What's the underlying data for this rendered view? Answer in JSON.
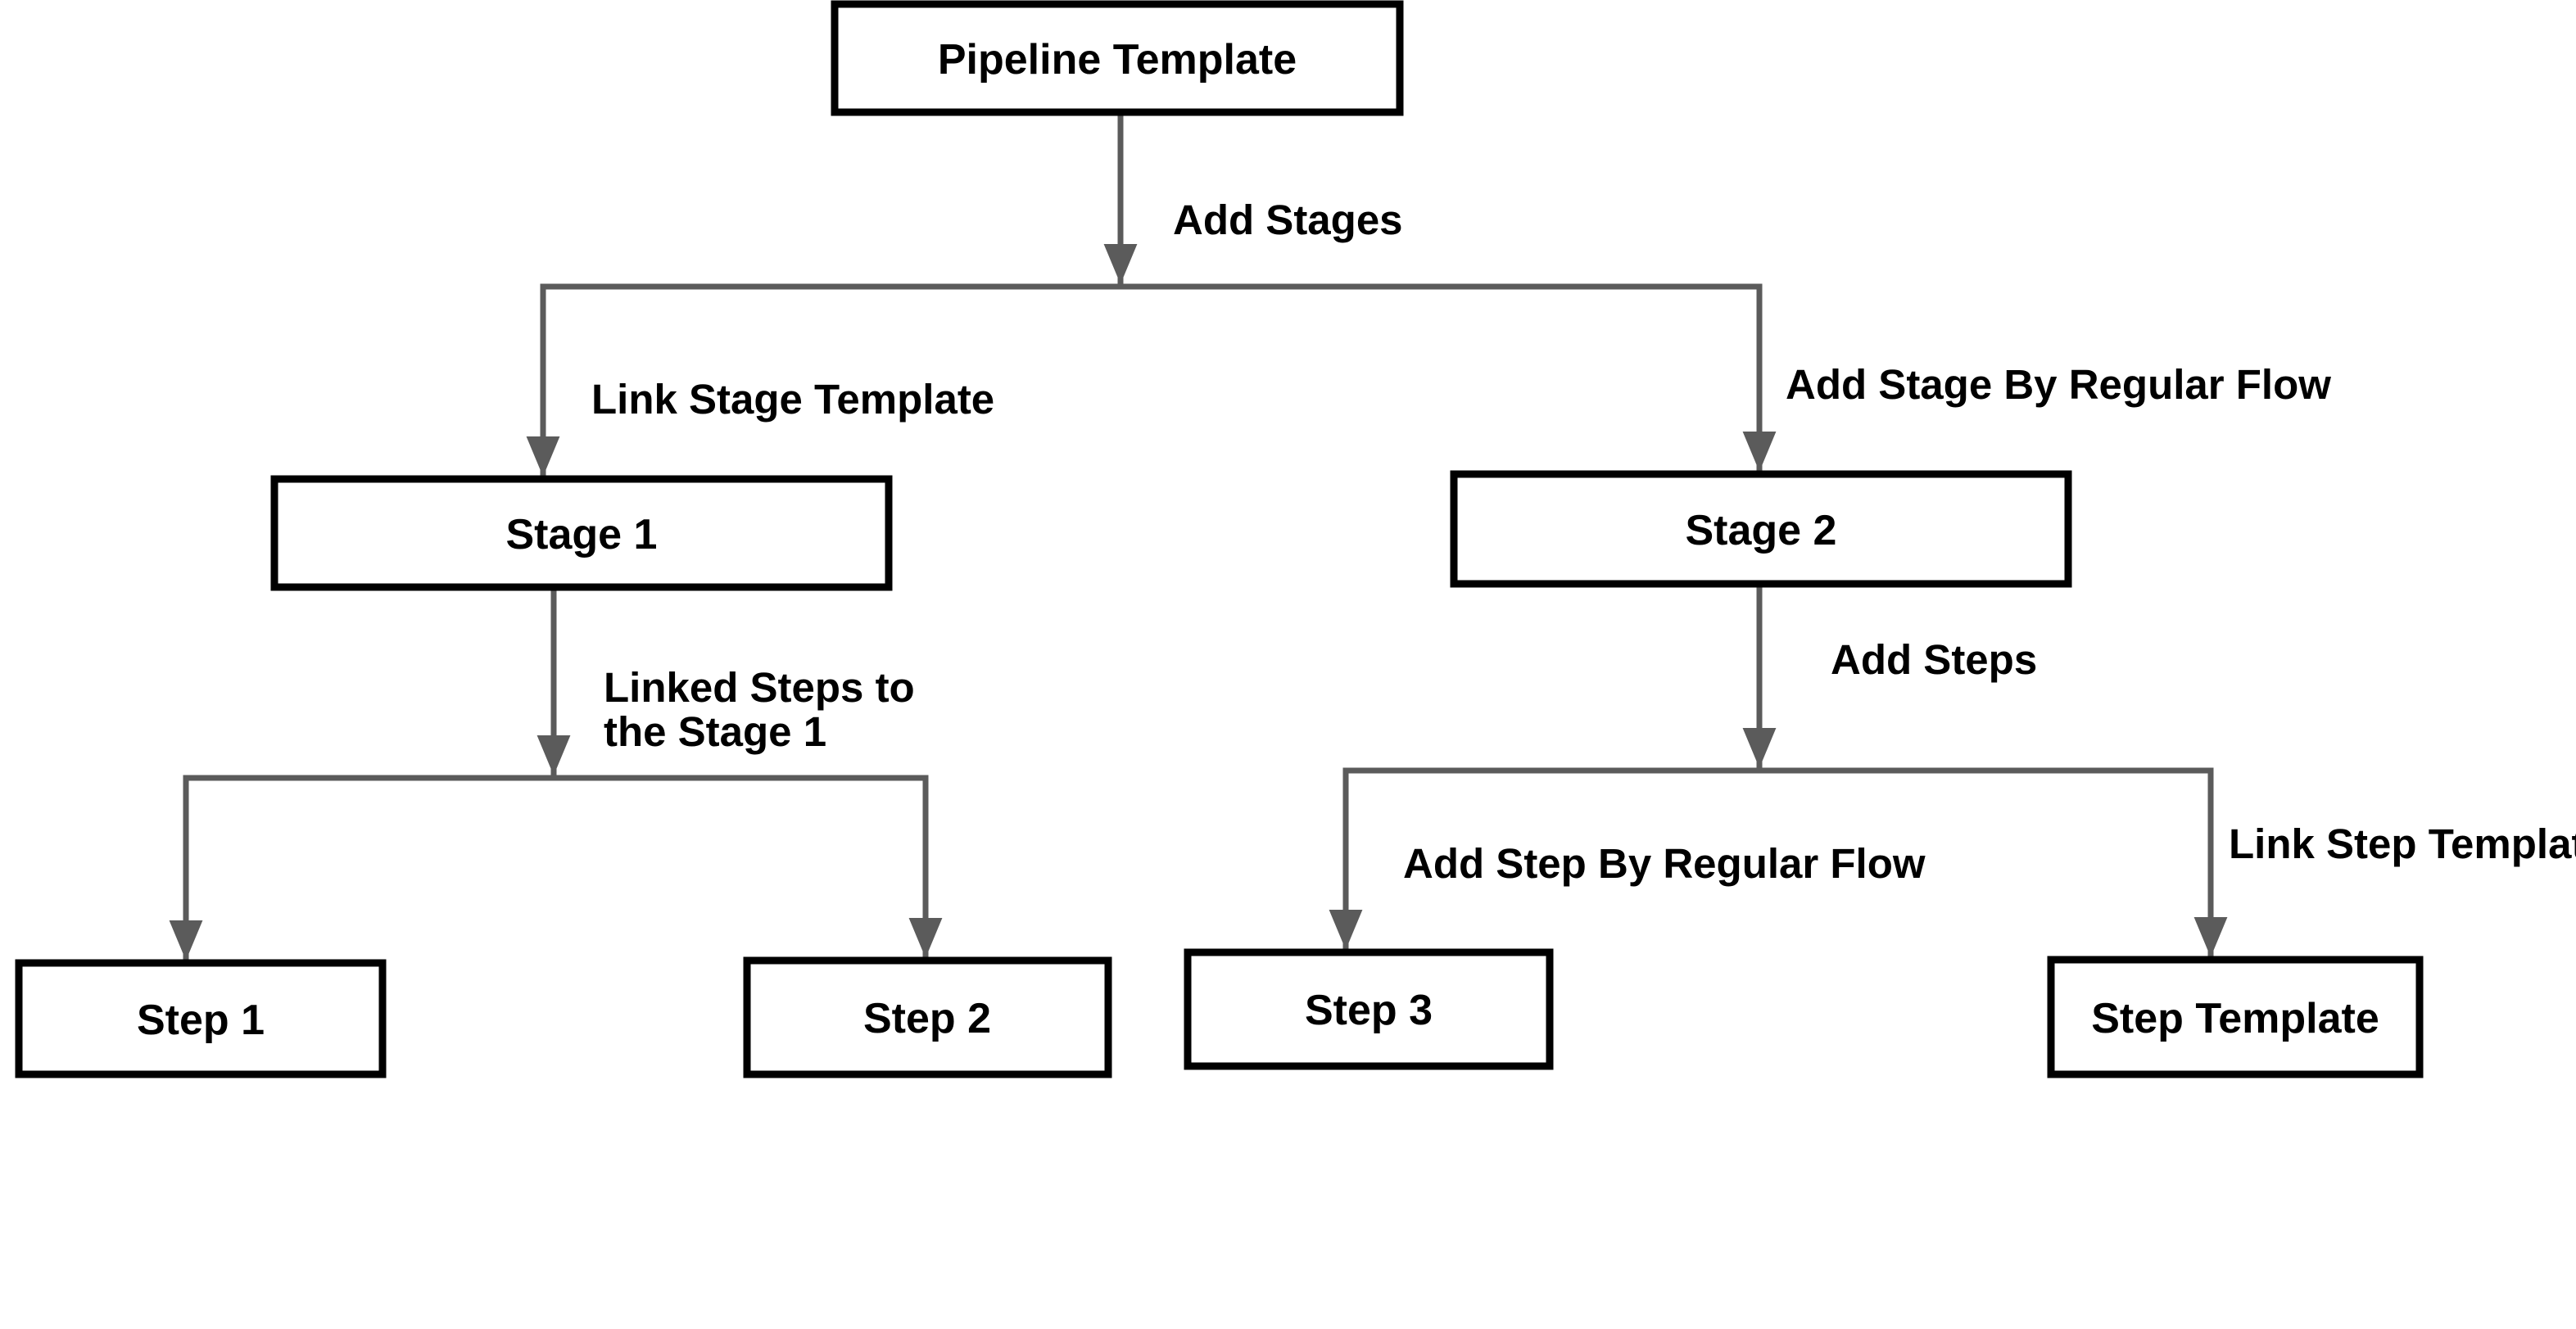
{
  "diagram": {
    "description": "Pipeline Template flow diagram",
    "colors": {
      "background": "#ffffff",
      "box_fill": "#ffffff",
      "box_border": "#000000",
      "connector": "#5b5b5b",
      "text": "#000000"
    },
    "nodes": {
      "pipeline_template": {
        "label": "Pipeline Template"
      },
      "stage_1": {
        "label": "Stage 1"
      },
      "stage_2": {
        "label": "Stage 2"
      },
      "step_1": {
        "label": "Step 1"
      },
      "step_2": {
        "label": "Step 2"
      },
      "step_3": {
        "label": "Step 3"
      },
      "step_template": {
        "label": "Step Template"
      }
    },
    "edge_labels": {
      "add_stages": "Add Stages",
      "link_stage_template": "Link Stage Template",
      "add_stage_by_regular_flow": "Add Stage By Regular Flow",
      "linked_steps_line1": "Linked Steps to",
      "linked_steps_line2": "the Stage 1",
      "add_steps": "Add Steps",
      "add_step_by_regular_flow": "Add Step By Regular Flow",
      "link_step_template": "Link Step Template"
    }
  }
}
